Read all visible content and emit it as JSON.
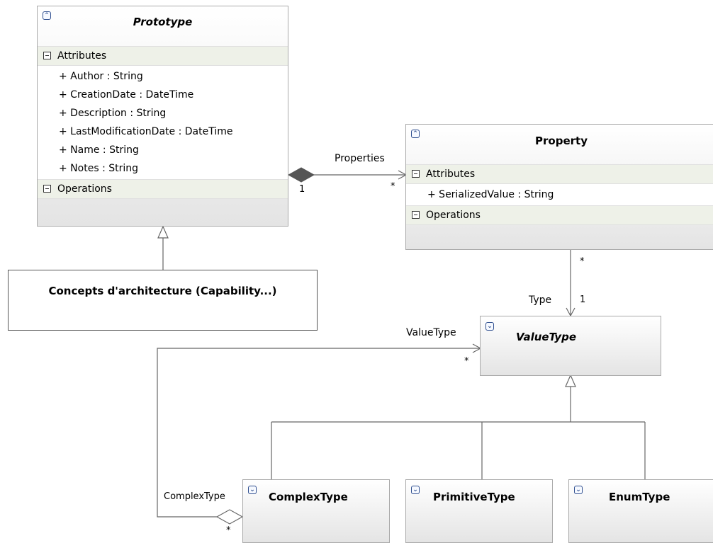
{
  "classes": {
    "prototype": {
      "name": "Prototype",
      "attributes_label": "Attributes",
      "attributes": [
        "+ Author : String",
        "+ CreationDate : DateTime",
        "+ Description : String",
        "+ LastModificationDate : DateTime",
        "+ Name : String",
        "+ Notes : String"
      ],
      "operations_label": "Operations"
    },
    "property": {
      "name": "Property",
      "attributes_label": "Attributes",
      "attributes": [
        "+ SerializedValue : String"
      ],
      "operations_label": "Operations"
    },
    "valuetype": {
      "name": "ValueType"
    },
    "complextype": {
      "name": "ComplexType"
    },
    "primitivetype": {
      "name": "PrimitiveType"
    },
    "enumtype": {
      "name": "EnumType"
    }
  },
  "note": {
    "text": "Concepts d'architecture (Capability...)"
  },
  "associations": {
    "properties": {
      "label": "Properties",
      "source_mult": "1",
      "target_mult": "*"
    },
    "type": {
      "label": "Type",
      "source_mult": "*",
      "target_mult": "1"
    },
    "valuetype": {
      "label": "ValueType",
      "target_mult": "*"
    },
    "complextype": {
      "label": "ComplexType",
      "source_mult": "*"
    }
  },
  "icons": {
    "collapse": "collapse-chevrons-icon",
    "expand": "expand-chevrons-icon",
    "compartment": "minus-box-icon"
  },
  "colors": {
    "border": "#a9a9a9",
    "line": "#666666",
    "compartment_bg": "#eef1e8",
    "toggle": "#2f4f8f"
  }
}
